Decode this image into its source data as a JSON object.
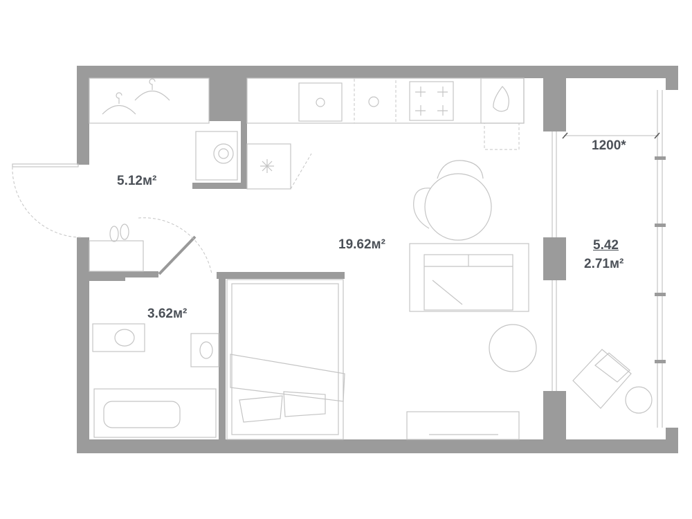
{
  "rooms": {
    "hallway_area": "5.12м²",
    "main_room_area": "19.62м²",
    "bathroom_area": "3.62м²",
    "balcony_full_area": "5.42",
    "balcony_area": "2.71м²"
  },
  "dimensions": {
    "balcony_width": "1200*"
  },
  "colors": {
    "wall": "#9b9b9b",
    "text": "#4b5057",
    "furniture": "#c4c4c4"
  }
}
